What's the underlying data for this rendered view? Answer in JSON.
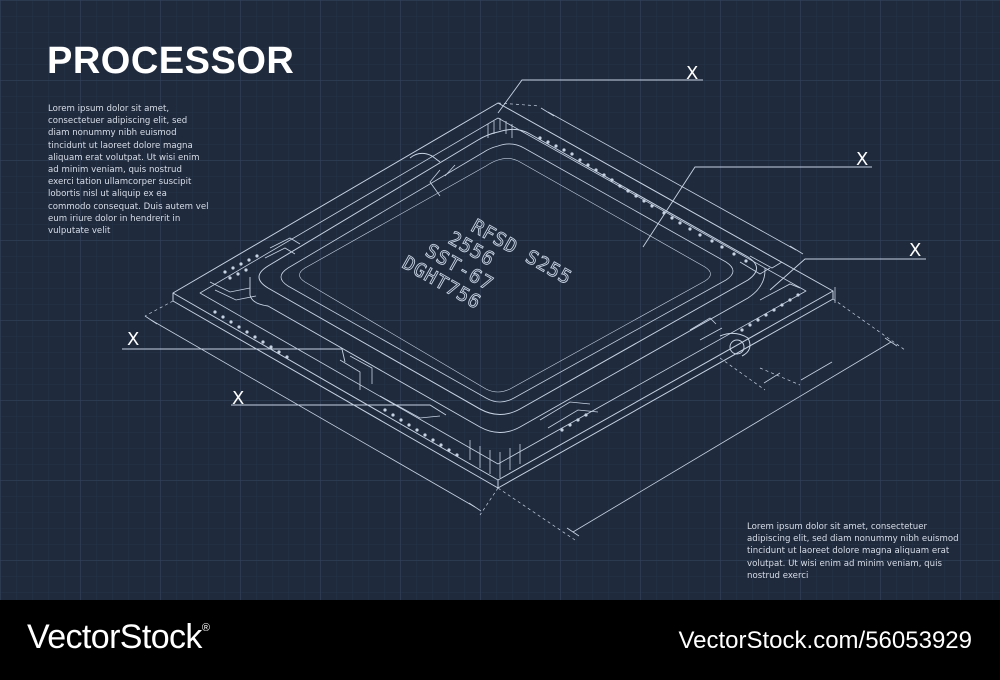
{
  "poster": {
    "title": "PROCESSOR",
    "left_paragraph": "Lorem ipsum dolor sit amet, consectetuer adipiscing elit, sed diam nonummy nibh euismod tincidunt ut laoreet dolore magna aliquam erat volutpat. Ut wisi enim ad minim veniam, quis nostrud exerci tation ullamcorper suscipit lobortis nisl ut aliquip ex ea commodo consequat. Duis autem vel eum iriure dolor in hendrerit in vulputate velit",
    "right_paragraph": "Lorem ipsum dolor sit amet, consectetuer adipiscing elit, sed diam nonummy nibh euismod tincidunt ut laoreet dolore magna aliquam erat volutpat. Ut wisi enim ad minim veniam, quis nostrud exerci"
  },
  "chip": {
    "lines": [
      "RFSD S255",
      "2556",
      "SST-67",
      "DGHT756"
    ]
  },
  "dimension_labels": [
    "X",
    "X",
    "X",
    "X",
    "X"
  ],
  "footer": {
    "brand": "VectorStock",
    "registered_mark": "®",
    "image_id": "VectorStock.com/56053929"
  },
  "colors": {
    "background": "#1f2a3d",
    "grid": "#2f3d54",
    "line": "#c7d3e3",
    "footer": "#000000"
  }
}
